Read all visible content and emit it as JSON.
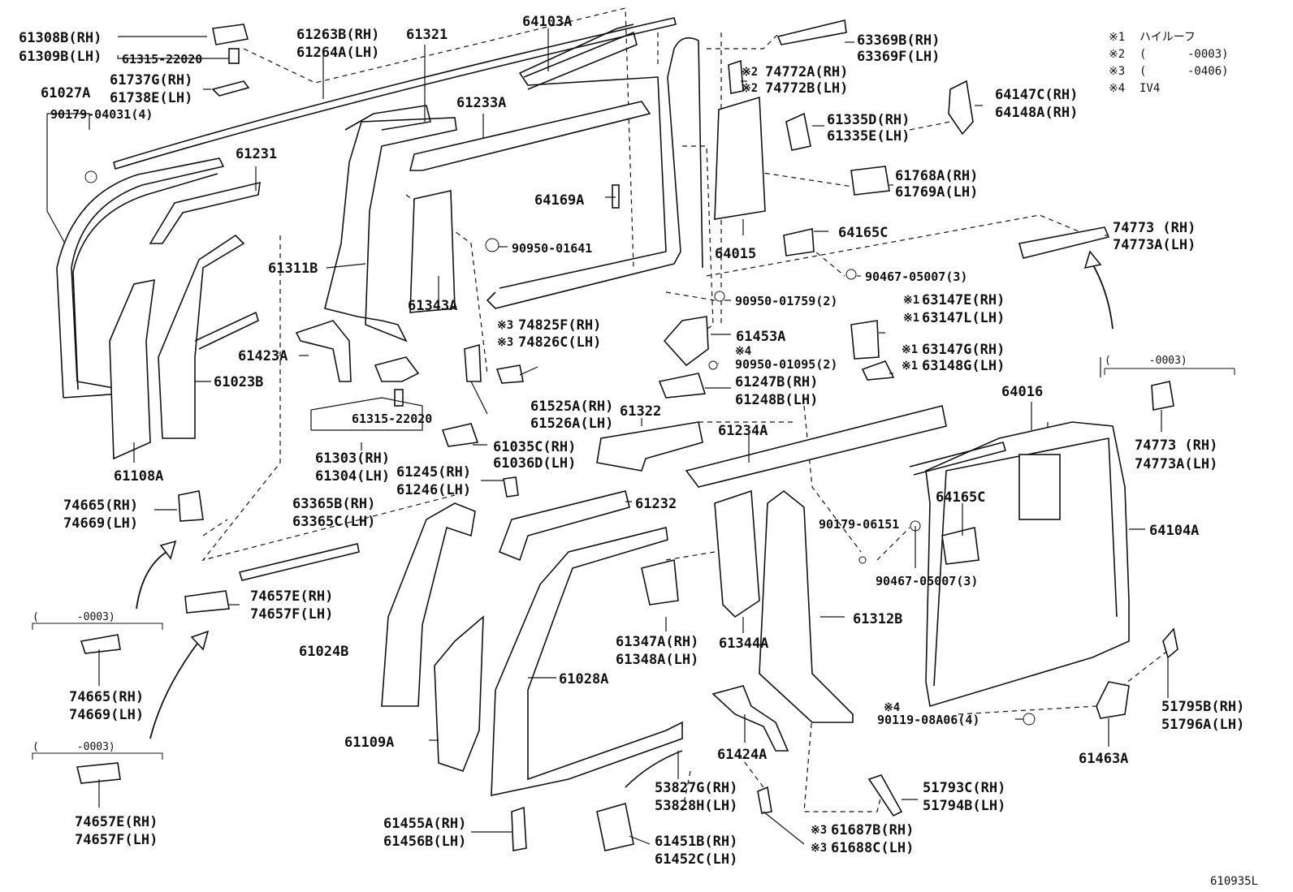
{
  "labels": [
    {
      "id": "l1",
      "text": "61308B(RH)"
    },
    {
      "id": "l2",
      "text": "61309B(LH)"
    },
    {
      "id": "l3",
      "text": "61315-22020"
    },
    {
      "id": "l4",
      "text": "61263B(RH)"
    },
    {
      "id": "l5",
      "text": "61264A(LH)"
    },
    {
      "id": "l6",
      "text": "61321"
    },
    {
      "id": "l7",
      "text": "64103A"
    },
    {
      "id": "l8",
      "text": "63369B(RH)"
    },
    {
      "id": "l9",
      "text": "63369F(LH)"
    },
    {
      "id": "l10",
      "text": "61027A"
    },
    {
      "id": "l11",
      "text": "61737G(RH)"
    },
    {
      "id": "l12",
      "text": "61738E(LH)"
    },
    {
      "id": "l13",
      "text": "90179-04031(4)"
    },
    {
      "id": "l14",
      "text": "61233A"
    },
    {
      "id": "l15",
      "text": "74772A(RH)"
    },
    {
      "id": "l16",
      "text": "74772B(LH)"
    },
    {
      "id": "l17",
      "text": "64147C(RH)"
    },
    {
      "id": "l18",
      "text": "64148A(RH)"
    },
    {
      "id": "l19",
      "text": "61335D(RH)"
    },
    {
      "id": "l20",
      "text": "61335E(LH)"
    },
    {
      "id": "l21",
      "text": "61231"
    },
    {
      "id": "l22",
      "text": "64169A"
    },
    {
      "id": "l23",
      "text": "61768A(RH)"
    },
    {
      "id": "l24",
      "text": "61769A(LH)"
    },
    {
      "id": "l25",
      "text": "64015"
    },
    {
      "id": "l26",
      "text": "64165C"
    },
    {
      "id": "l27",
      "text": "74773 (RH)"
    },
    {
      "id": "l28",
      "text": "74773A(LH)"
    },
    {
      "id": "l29",
      "text": "90950-01641"
    },
    {
      "id": "l30",
      "text": "61311B"
    },
    {
      "id": "l31",
      "text": "90467-05007(3)"
    },
    {
      "id": "l32",
      "text": "61343A"
    },
    {
      "id": "l33",
      "text": "90950-01759(2)"
    },
    {
      "id": "l34",
      "text": "63147E(RH)"
    },
    {
      "id": "l35",
      "text": "63147L(LH)"
    },
    {
      "id": "l36",
      "text": "74825F(RH)"
    },
    {
      "id": "l37",
      "text": "74826C(LH)"
    },
    {
      "id": "l38",
      "text": "61453A"
    },
    {
      "id": "l39",
      "text": "61423A"
    },
    {
      "id": "l40",
      "text": "90950-01095(2)"
    },
    {
      "id": "l41",
      "text": "63147G(RH)"
    },
    {
      "id": "l42",
      "text": "63148G(LH)"
    },
    {
      "id": "l43",
      "text": "61023B"
    },
    {
      "id": "l44",
      "text": "61247B(RH)"
    },
    {
      "id": "l45",
      "text": "61248B(LH)"
    },
    {
      "id": "l46",
      "text": "61525A(RH)"
    },
    {
      "id": "l47",
      "text": "61526A(LH)"
    },
    {
      "id": "l48",
      "text": "64016"
    },
    {
      "id": "l49",
      "text": "61322"
    },
    {
      "id": "l50",
      "text": "74773 (RH)"
    },
    {
      "id": "l51",
      "text": "74773A(LH)"
    },
    {
      "id": "l52",
      "text": "61108A"
    },
    {
      "id": "l53",
      "text": "61315-22020"
    },
    {
      "id": "l54",
      "text": "61234A"
    },
    {
      "id": "l55",
      "text": "61035C(RH)"
    },
    {
      "id": "l56",
      "text": "61036D(LH)"
    },
    {
      "id": "l57",
      "text": "61303(RH)"
    },
    {
      "id": "l58",
      "text": "61304(LH)"
    },
    {
      "id": "l59",
      "text": "61245(RH)"
    },
    {
      "id": "l60",
      "text": "61246(LH)"
    },
    {
      "id": "l61",
      "text": "74665(RH)"
    },
    {
      "id": "l62",
      "text": "74669(LH)"
    },
    {
      "id": "l63",
      "text": "63365B(RH)"
    },
    {
      "id": "l64",
      "text": "63365C(LH)"
    },
    {
      "id": "l65",
      "text": "61232"
    },
    {
      "id": "l66",
      "text": "64165C"
    },
    {
      "id": "l67",
      "text": "90179-06151"
    },
    {
      "id": "l68",
      "text": "64104A"
    },
    {
      "id": "l69",
      "text": "74657E(RH)"
    },
    {
      "id": "l70",
      "text": "74657F(LH)"
    },
    {
      "id": "l71",
      "text": "90467-05007(3)"
    },
    {
      "id": "l72",
      "text": "61024B"
    },
    {
      "id": "l73",
      "text": "61347A(RH)"
    },
    {
      "id": "l74",
      "text": "61348A(LH)"
    },
    {
      "id": "l75",
      "text": "61344A"
    },
    {
      "id": "l76",
      "text": "61312B"
    },
    {
      "id": "l77",
      "text": "74665(RH)"
    },
    {
      "id": "l78",
      "text": "74669(LH)"
    },
    {
      "id": "l79",
      "text": "61028A"
    },
    {
      "id": "l80",
      "text": "51795B(RH)"
    },
    {
      "id": "l81",
      "text": "51796A(LH)"
    },
    {
      "id": "l82",
      "text": "90119-08A06(4)"
    },
    {
      "id": "l83",
      "text": "61109A"
    },
    {
      "id": "l84",
      "text": "61424A"
    },
    {
      "id": "l85",
      "text": "61463A"
    },
    {
      "id": "l86",
      "text": "53827G(RH)"
    },
    {
      "id": "l87",
      "text": "53828H(LH)"
    },
    {
      "id": "l88",
      "text": "51793C(RH)"
    },
    {
      "id": "l89",
      "text": "51794B(LH)"
    },
    {
      "id": "l90",
      "text": "74657E(RH)"
    },
    {
      "id": "l91",
      "text": "74657F(LH)"
    },
    {
      "id": "l92",
      "text": "61455A(RH)"
    },
    {
      "id": "l93",
      "text": "61456B(LH)"
    },
    {
      "id": "l94",
      "text": "61451B(RH)"
    },
    {
      "id": "l95",
      "text": "61452C(LH)"
    },
    {
      "id": "l96",
      "text": "61687B(RH)"
    },
    {
      "id": "l97",
      "text": "61688C(LH)"
    }
  ],
  "markers": [
    {
      "id": "m1",
      "text": "※2"
    },
    {
      "id": "m2",
      "text": "※2"
    },
    {
      "id": "m3",
      "text": "※1"
    },
    {
      "id": "m4",
      "text": "※1"
    },
    {
      "id": "m5",
      "text": "※3"
    },
    {
      "id": "m6",
      "text": "※3"
    },
    {
      "id": "m7",
      "text": "※4"
    },
    {
      "id": "m8",
      "text": "※1"
    },
    {
      "id": "m9",
      "text": "※1"
    },
    {
      "id": "m10",
      "text": "※4"
    },
    {
      "id": "m11",
      "text": "※3"
    },
    {
      "id": "m12",
      "text": "※3"
    }
  ],
  "notes": [
    {
      "id": "n1",
      "mark": "※1",
      "text": "ハイルーフ"
    },
    {
      "id": "n2",
      "mark": "※2",
      "text": "(      -0003)"
    },
    {
      "id": "n3",
      "mark": "※3",
      "text": "(      -0406)"
    },
    {
      "id": "n4",
      "mark": "※4",
      "text": "IV4"
    }
  ],
  "brackets": [
    {
      "id": "b1",
      "text": "(      -0003)"
    },
    {
      "id": "b2",
      "text": "(      -0003)"
    },
    {
      "id": "b3",
      "text": "(      -0003)"
    }
  ],
  "figure_code": "610935L"
}
